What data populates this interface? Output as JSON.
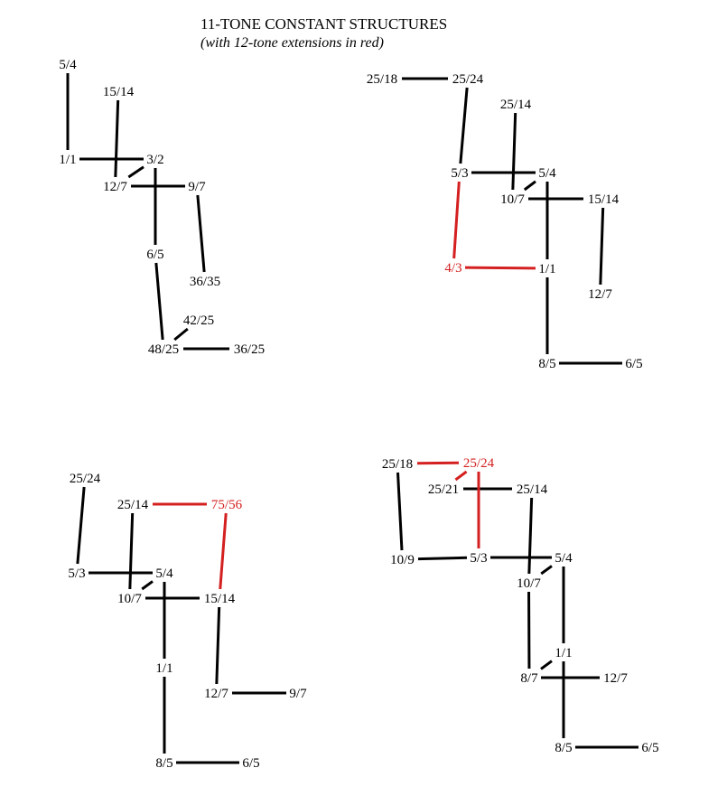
{
  "title": "11-TONE CONSTANT STRUCTURES",
  "subtitle": "(with 12-tone extensions in red)",
  "colors": {
    "normal": "#000000",
    "extension": "#d42020"
  },
  "diagrams": [
    {
      "nodes": [
        {
          "id": "5/4",
          "label": "5/4"
        },
        {
          "id": "15/14",
          "label": "15/14"
        },
        {
          "id": "1/1",
          "label": "1/1"
        },
        {
          "id": "3/2",
          "label": "3/2"
        },
        {
          "id": "12/7",
          "label": "12/7"
        },
        {
          "id": "9/7",
          "label": "9/7"
        },
        {
          "id": "6/5",
          "label": "6/5"
        },
        {
          "id": "36/35",
          "label": "36/35"
        },
        {
          "id": "42/25",
          "label": "42/25"
        },
        {
          "id": "48/25",
          "label": "48/25"
        },
        {
          "id": "36/25",
          "label": "36/25"
        }
      ],
      "edges": [
        {
          "from": "1/1",
          "to": "5/4",
          "extension": false
        },
        {
          "from": "1/1",
          "to": "3/2",
          "extension": false
        },
        {
          "from": "12/7",
          "to": "15/14",
          "extension": false
        },
        {
          "from": "12/7",
          "to": "3/2",
          "extension": false
        },
        {
          "from": "12/7",
          "to": "9/7",
          "extension": false
        },
        {
          "from": "6/5",
          "to": "3/2",
          "extension": false
        },
        {
          "from": "9/7",
          "to": "36/35",
          "extension": false
        },
        {
          "from": "48/25",
          "to": "6/5",
          "extension": false
        },
        {
          "from": "48/25",
          "to": "42/25",
          "extension": false
        },
        {
          "from": "48/25",
          "to": "36/25",
          "extension": false
        }
      ]
    },
    {
      "nodes": [
        {
          "id": "25/18",
          "label": "25/18"
        },
        {
          "id": "25/24",
          "label": "25/24"
        },
        {
          "id": "25/14",
          "label": "25/14"
        },
        {
          "id": "5/3",
          "label": "5/3"
        },
        {
          "id": "5/4",
          "label": "5/4"
        },
        {
          "id": "10/7",
          "label": "10/7"
        },
        {
          "id": "15/14",
          "label": "15/14"
        },
        {
          "id": "4/3",
          "label": "4/3",
          "extension": true
        },
        {
          "id": "1/1",
          "label": "1/1"
        },
        {
          "id": "12/7",
          "label": "12/7"
        },
        {
          "id": "8/5",
          "label": "8/5"
        },
        {
          "id": "6/5",
          "label": "6/5"
        }
      ],
      "edges": [
        {
          "from": "25/18",
          "to": "25/24",
          "extension": false
        },
        {
          "from": "5/3",
          "to": "25/24",
          "extension": false
        },
        {
          "from": "10/7",
          "to": "25/14",
          "extension": false
        },
        {
          "from": "5/3",
          "to": "5/4",
          "extension": false
        },
        {
          "from": "10/7",
          "to": "5/4",
          "extension": false
        },
        {
          "from": "10/7",
          "to": "15/14",
          "extension": false
        },
        {
          "from": "1/1",
          "to": "5/4",
          "extension": false
        },
        {
          "from": "15/14",
          "to": "12/7",
          "extension": false
        },
        {
          "from": "1/1",
          "to": "8/5",
          "extension": false
        },
        {
          "from": "8/5",
          "to": "6/5",
          "extension": false
        },
        {
          "from": "5/3",
          "to": "4/3",
          "extension": true
        },
        {
          "from": "4/3",
          "to": "1/1",
          "extension": true
        }
      ]
    },
    {
      "nodes": [
        {
          "id": "25/24",
          "label": "25/24"
        },
        {
          "id": "25/14",
          "label": "25/14"
        },
        {
          "id": "75/56",
          "label": "75/56",
          "extension": true
        },
        {
          "id": "5/3",
          "label": "5/3"
        },
        {
          "id": "5/4",
          "label": "5/4"
        },
        {
          "id": "10/7",
          "label": "10/7"
        },
        {
          "id": "15/14",
          "label": "15/14"
        },
        {
          "id": "1/1",
          "label": "1/1"
        },
        {
          "id": "12/7",
          "label": "12/7"
        },
        {
          "id": "9/7",
          "label": "9/7"
        },
        {
          "id": "8/5",
          "label": "8/5"
        },
        {
          "id": "6/5",
          "label": "6/5"
        }
      ],
      "edges": [
        {
          "from": "5/3",
          "to": "25/24",
          "extension": false
        },
        {
          "from": "10/7",
          "to": "25/14",
          "extension": false
        },
        {
          "from": "5/3",
          "to": "5/4",
          "extension": false
        },
        {
          "from": "10/7",
          "to": "5/4",
          "extension": false
        },
        {
          "from": "10/7",
          "to": "15/14",
          "extension": false
        },
        {
          "from": "1/1",
          "to": "5/4",
          "extension": false
        },
        {
          "from": "15/14",
          "to": "12/7",
          "extension": false
        },
        {
          "from": "12/7",
          "to": "9/7",
          "extension": false
        },
        {
          "from": "1/1",
          "to": "8/5",
          "extension": false
        },
        {
          "from": "8/5",
          "to": "6/5",
          "extension": false
        },
        {
          "from": "25/14",
          "to": "75/56",
          "extension": true
        },
        {
          "from": "75/56",
          "to": "15/14",
          "extension": true
        }
      ]
    },
    {
      "nodes": [
        {
          "id": "25/18",
          "label": "25/18"
        },
        {
          "id": "25/24",
          "label": "25/24",
          "extension": true
        },
        {
          "id": "25/21",
          "label": "25/21"
        },
        {
          "id": "25/14",
          "label": "25/14"
        },
        {
          "id": "10/9",
          "label": "10/9"
        },
        {
          "id": "5/3",
          "label": "5/3"
        },
        {
          "id": "5/4",
          "label": "5/4"
        },
        {
          "id": "10/7",
          "label": "10/7"
        },
        {
          "id": "1/1",
          "label": "1/1"
        },
        {
          "id": "8/7",
          "label": "8/7"
        },
        {
          "id": "12/7",
          "label": "12/7"
        },
        {
          "id": "8/5",
          "label": "8/5"
        },
        {
          "id": "6/5",
          "label": "6/5"
        }
      ],
      "edges": [
        {
          "from": "25/18",
          "to": "10/9",
          "extension": false
        },
        {
          "from": "10/9",
          "to": "5/3",
          "extension": false
        },
        {
          "from": "25/21",
          "to": "25/14",
          "extension": false
        },
        {
          "from": "10/7",
          "to": "25/14",
          "extension": false
        },
        {
          "from": "5/3",
          "to": "5/4",
          "extension": false
        },
        {
          "from": "10/7",
          "to": "5/4",
          "extension": false
        },
        {
          "from": "1/1",
          "to": "5/4",
          "extension": false
        },
        {
          "from": "10/7",
          "to": "8/7",
          "extension": false
        },
        {
          "from": "8/7",
          "to": "1/1",
          "extension": false
        },
        {
          "from": "8/7",
          "to": "12/7",
          "extension": false
        },
        {
          "from": "1/1",
          "to": "8/5",
          "extension": false
        },
        {
          "from": "8/5",
          "to": "6/5",
          "extension": false
        },
        {
          "from": "25/18",
          "to": "25/24",
          "extension": true
        },
        {
          "from": "25/21",
          "to": "25/24",
          "extension": true
        },
        {
          "from": "25/24",
          "to": "5/3",
          "extension": true
        }
      ]
    }
  ]
}
